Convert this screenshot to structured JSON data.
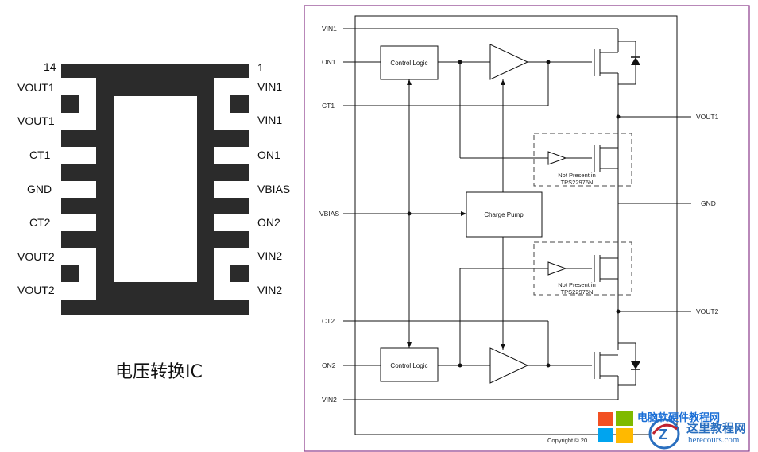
{
  "package": {
    "pin_top_left": "14",
    "pin_top_right": "1",
    "left_pins": [
      "VOUT1",
      "VOUT1",
      "CT1",
      "GND",
      "CT2",
      "VOUT2",
      "VOUT2"
    ],
    "right_pins": [
      "VIN1",
      "VIN1",
      "ON1",
      "VBIAS",
      "ON2",
      "VIN2",
      "VIN2"
    ],
    "caption": "电压转换IC"
  },
  "schematic": {
    "inputs": [
      "VIN1",
      "ON1",
      "CT1",
      "VBIAS",
      "CT2",
      "ON2",
      "VIN2"
    ],
    "outputs": [
      "VOUT1",
      "GND",
      "VOUT2"
    ],
    "control_logic_label": "Control Logic",
    "charge_pump_label": "Charge Pump",
    "note_line1": "Not Present in",
    "note_line2": "TPS22976N",
    "copyright": "Copyright © 20"
  },
  "watermark": {
    "line1": "电脑软硬件教程网",
    "line2": "这里教程网",
    "line3": "herecours.com"
  },
  "colors": {
    "border": "#8a3a8a",
    "chip": "#2b2b2b",
    "accent": "#1b6fd6"
  }
}
